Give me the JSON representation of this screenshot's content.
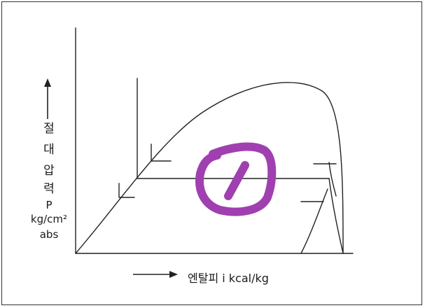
{
  "y_axis": {
    "label_chars": [
      "절",
      "대",
      "압",
      "력"
    ],
    "symbol": "P",
    "unit": "kg/cm²",
    "unit_suffix": "abs"
  },
  "x_axis": {
    "label": "엔탈피 i kcal/kg"
  },
  "colors": {
    "line": "#222222",
    "annotation": "#a040b0"
  }
}
